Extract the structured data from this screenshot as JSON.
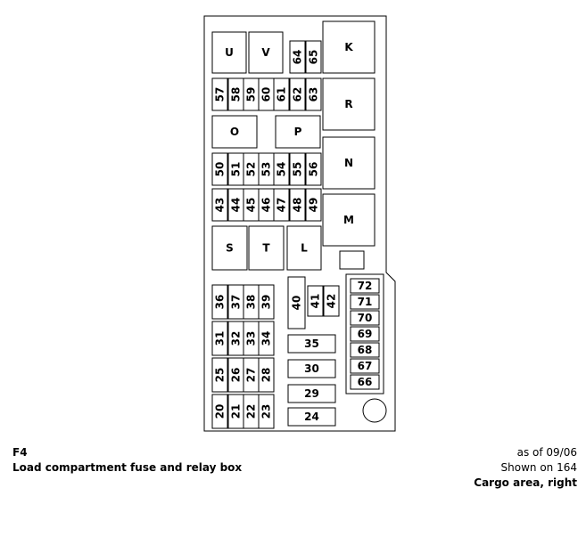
{
  "diagram": {
    "code": "F4",
    "title": "Load compartment fuse and relay box",
    "as_of": "as of 09/06",
    "shown_on": "Shown on 164",
    "location": "Cargo area, right",
    "relays": [
      "K",
      "R",
      "N",
      "M",
      "U",
      "V",
      "O",
      "P",
      "S",
      "T",
      "L"
    ],
    "fuse_rows_upper": [
      [
        "64",
        "65"
      ],
      [
        "57",
        "58",
        "59",
        "60",
        "61",
        "62",
        "63"
      ],
      [
        "50",
        "51",
        "52",
        "53",
        "54",
        "55",
        "56"
      ],
      [
        "43",
        "44",
        "45",
        "46",
        "47",
        "48",
        "49"
      ]
    ],
    "fuse_rows_lower": [
      [
        "36",
        "37",
        "38",
        "39"
      ],
      [
        "31",
        "32",
        "33",
        "34"
      ],
      [
        "25",
        "26",
        "27",
        "28"
      ],
      [
        "20",
        "21",
        "22",
        "23"
      ]
    ],
    "fuses_middle": [
      "40",
      "41",
      "42",
      "35",
      "30",
      "29",
      "24"
    ],
    "fuses_right_column": [
      "72",
      "71",
      "70",
      "69",
      "68",
      "67",
      "66"
    ]
  }
}
